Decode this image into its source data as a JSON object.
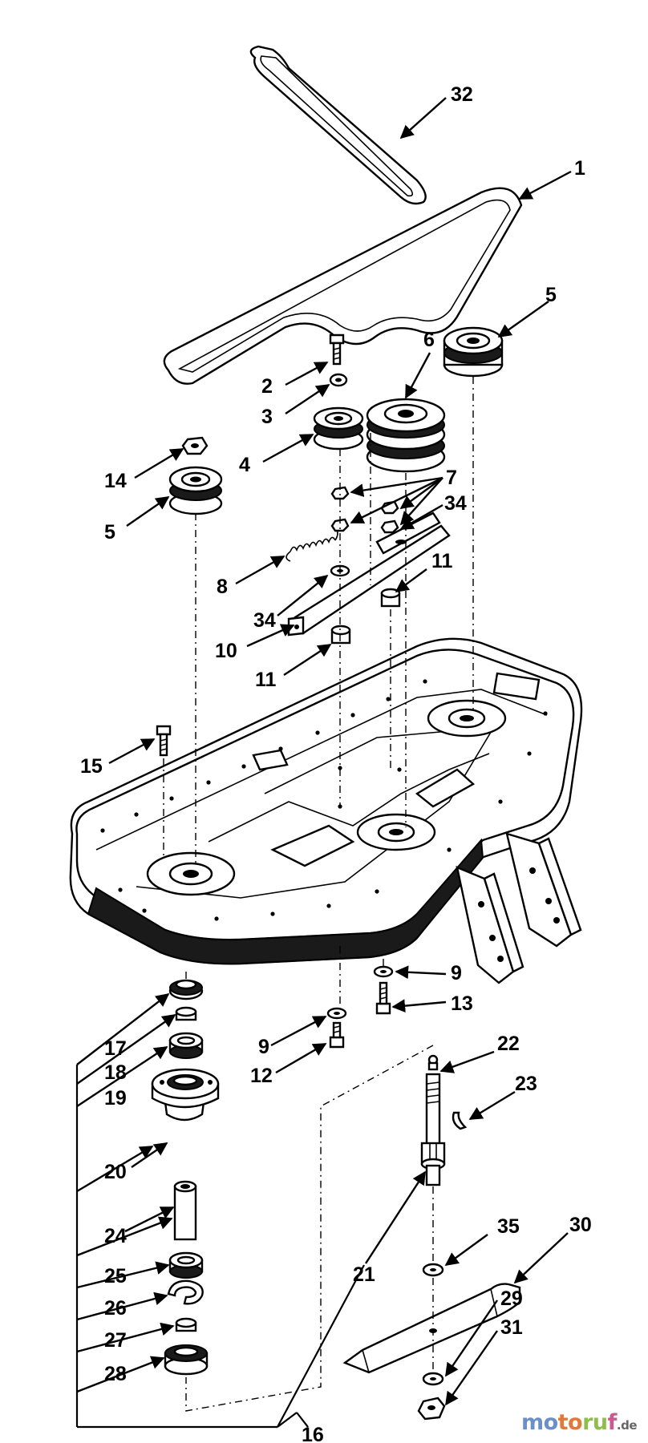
{
  "callouts": [
    {
      "id": "c32",
      "text": "32"
    },
    {
      "id": "c1",
      "text": "1"
    },
    {
      "id": "c5a",
      "text": "5"
    },
    {
      "id": "c6",
      "text": "6"
    },
    {
      "id": "c2",
      "text": "2"
    },
    {
      "id": "c3",
      "text": "3"
    },
    {
      "id": "c4",
      "text": "4"
    },
    {
      "id": "c14",
      "text": "14"
    },
    {
      "id": "c5b",
      "text": "5"
    },
    {
      "id": "c7",
      "text": "7"
    },
    {
      "id": "c34a",
      "text": "34"
    },
    {
      "id": "c8",
      "text": "8"
    },
    {
      "id": "c11a",
      "text": "11"
    },
    {
      "id": "c34b",
      "text": "34"
    },
    {
      "id": "c10",
      "text": "10"
    },
    {
      "id": "c11b",
      "text": "11"
    },
    {
      "id": "c15",
      "text": "15"
    },
    {
      "id": "c9a",
      "text": "9"
    },
    {
      "id": "c13",
      "text": "13"
    },
    {
      "id": "c17",
      "text": "17"
    },
    {
      "id": "c9b",
      "text": "9"
    },
    {
      "id": "c18",
      "text": "18"
    },
    {
      "id": "c12",
      "text": "12"
    },
    {
      "id": "c22",
      "text": "22"
    },
    {
      "id": "c19",
      "text": "19"
    },
    {
      "id": "c23",
      "text": "23"
    },
    {
      "id": "c20",
      "text": "20"
    },
    {
      "id": "c24",
      "text": "24"
    },
    {
      "id": "c35",
      "text": "35"
    },
    {
      "id": "c30",
      "text": "30"
    },
    {
      "id": "c21",
      "text": "21"
    },
    {
      "id": "c25",
      "text": "25"
    },
    {
      "id": "c26",
      "text": "26"
    },
    {
      "id": "c29",
      "text": "29"
    },
    {
      "id": "c27",
      "text": "27"
    },
    {
      "id": "c31",
      "text": "31"
    },
    {
      "id": "c28",
      "text": "28"
    },
    {
      "id": "c16",
      "text": "16"
    }
  ],
  "watermark": {
    "part1": "mo",
    "part2": "to",
    "part3": "ru",
    "part4": "f",
    "domain": ".de"
  }
}
